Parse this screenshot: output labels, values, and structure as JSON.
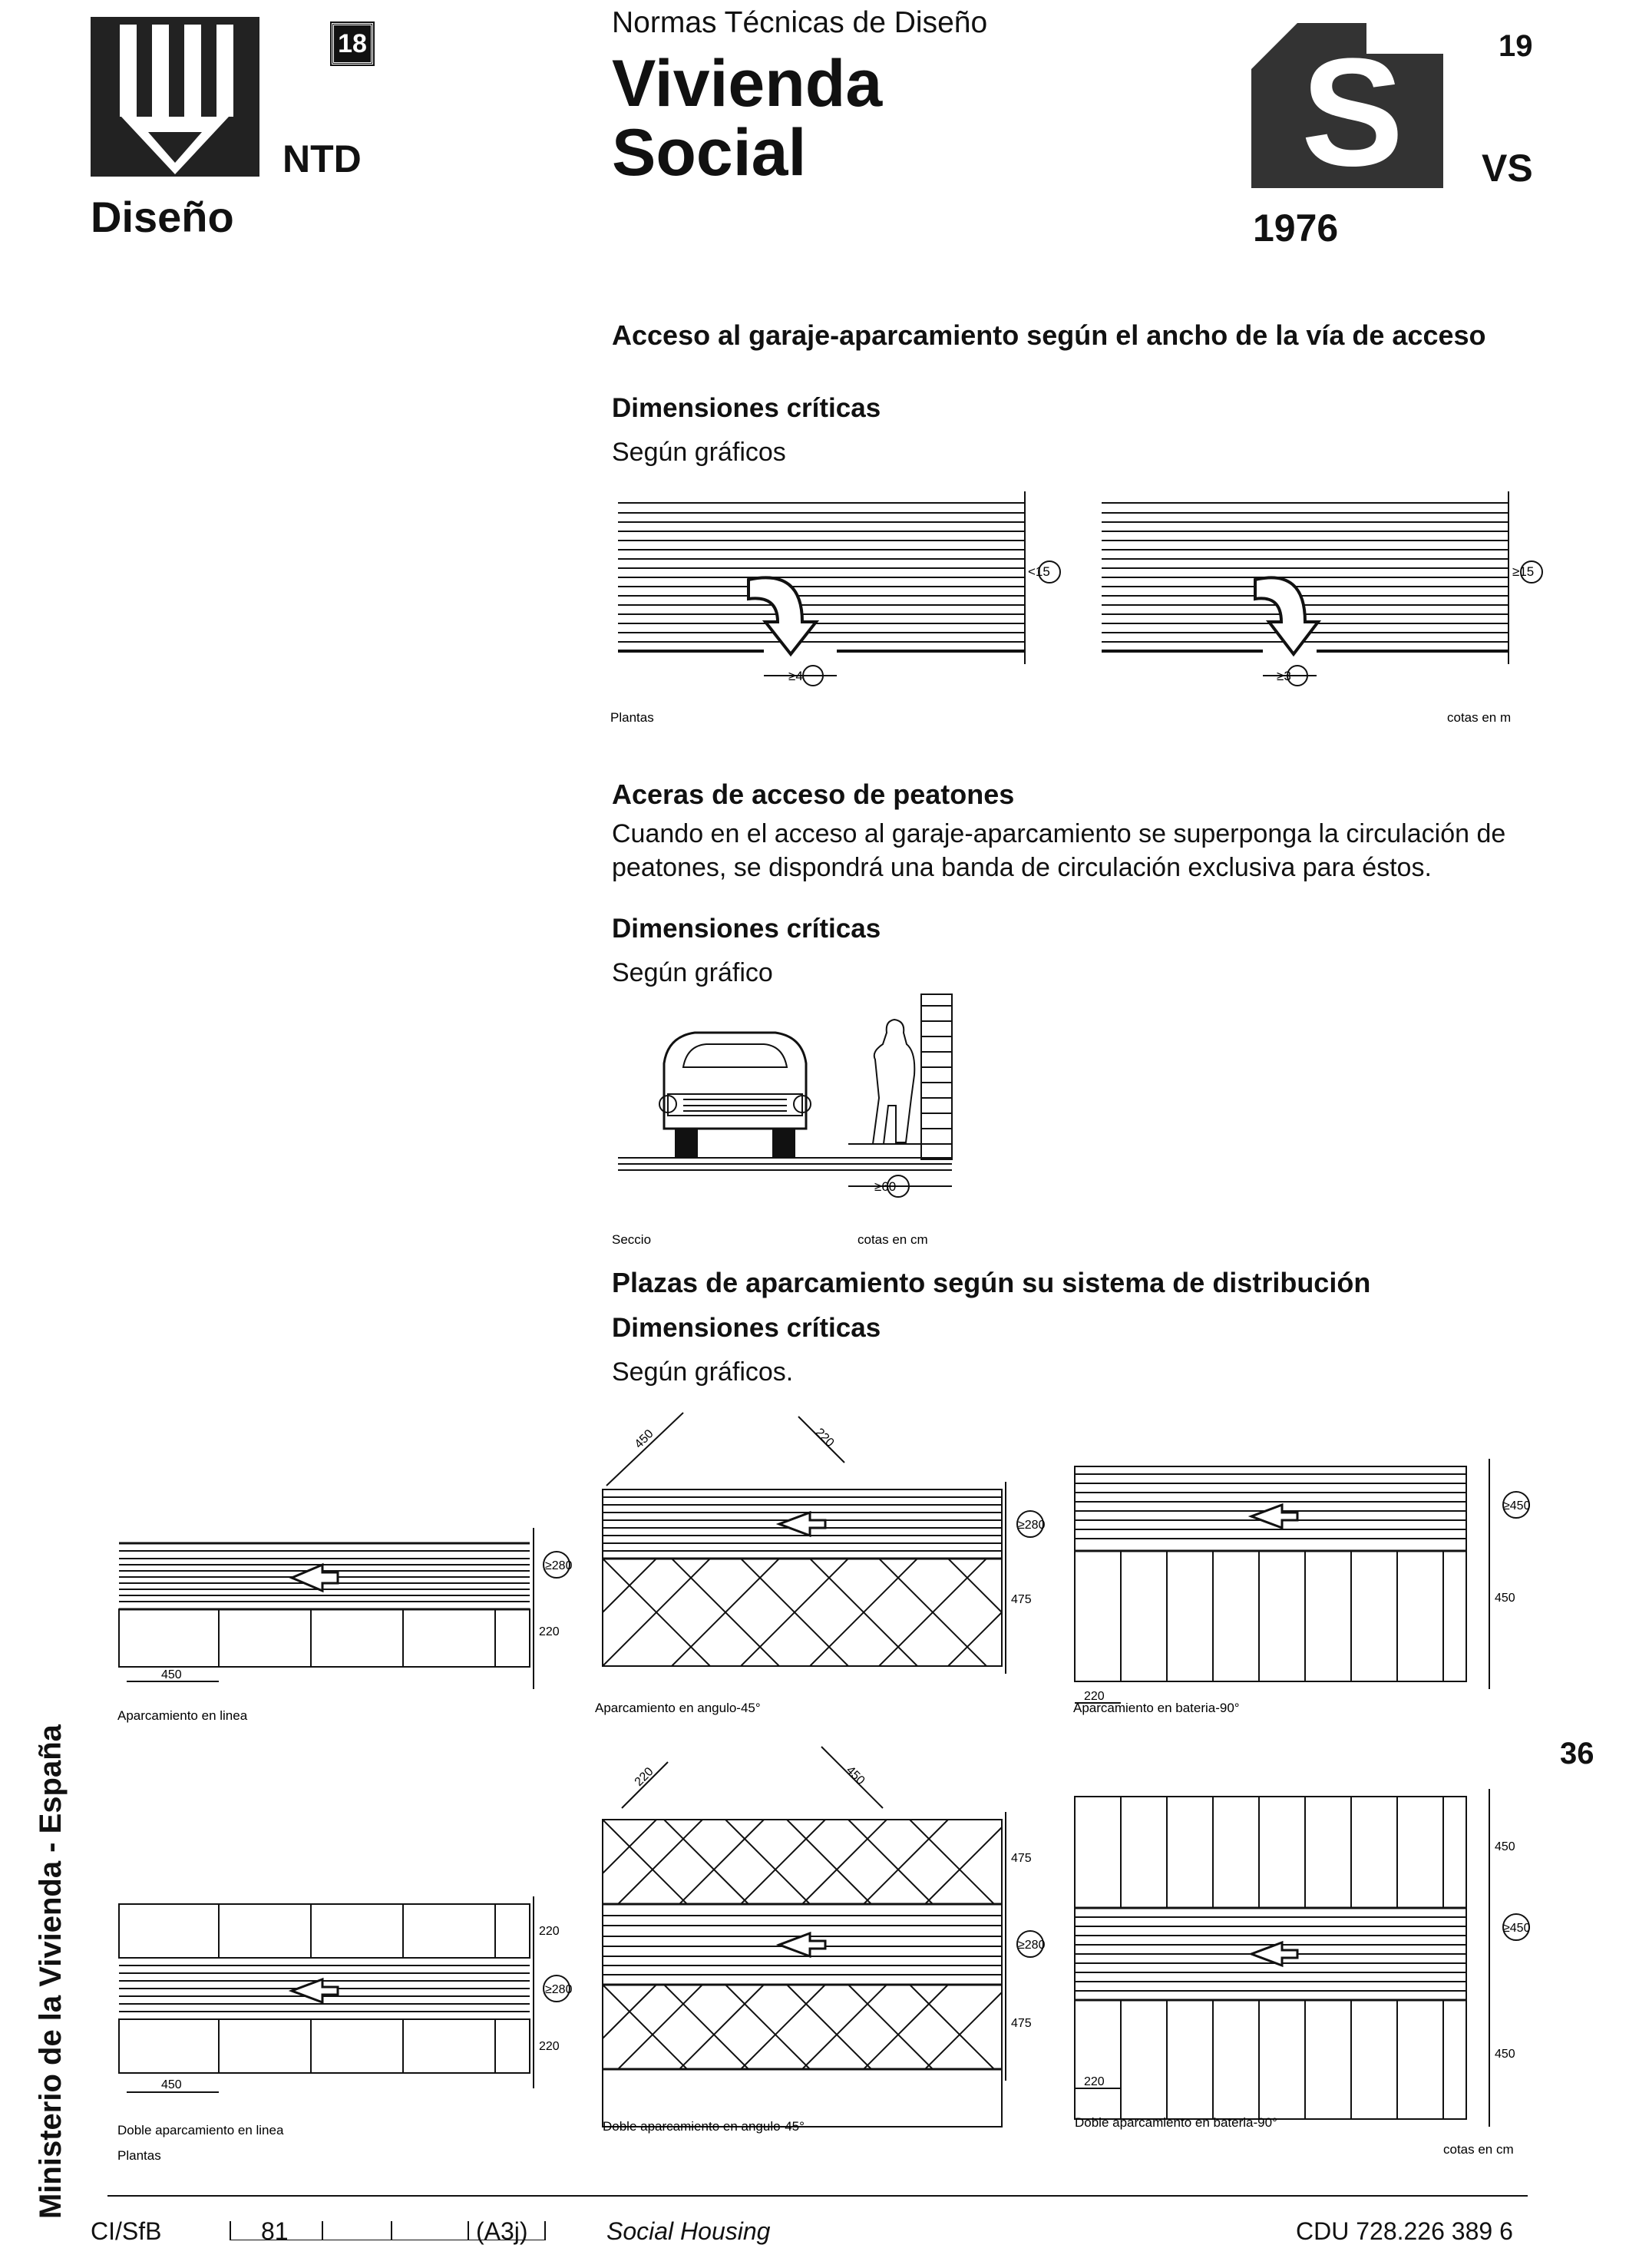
{
  "header": {
    "badge_left": "18",
    "ntd": "NTD",
    "section": "Diseño",
    "series": "Normas Técnicas de Diseño",
    "title_line1": "Vivienda",
    "title_line2": "Social",
    "page_right": "19",
    "code": "VS",
    "year": "1976"
  },
  "sec1": {
    "title": "Acceso al garaje-aparcamiento según el ancho de la vía de acceso",
    "crit": "Dimensiones críticas",
    "ref": "Según gráficos",
    "dim_left_width": "<15",
    "dim_left_gate": "≥4",
    "dim_right_width": "≥15",
    "dim_right_gate": "≥3",
    "caption_left": "Plantas",
    "caption_right": "cotas en m"
  },
  "sec2": {
    "title": "Aceras de acceso de peatones",
    "text": "Cuando en el acceso al garaje-aparcamiento se superponga la circulación de peatones, se dispondrá una banda de circulación exclusiva para éstos.",
    "crit": "Dimensiones críticas",
    "ref": "Según gráfico",
    "dim": "≥60",
    "caption_left": "Seccio",
    "caption_right": "cotas en cm"
  },
  "sec3": {
    "title": "Plazas de aparcamiento según su sistema de distribución",
    "crit": "Dimensiones críticas",
    "ref": "Según gráficos.",
    "d1": {
      "caption": "Aparcamiento en linea",
      "d_road": "≥280",
      "d_depth": "220",
      "d_len": "450"
    },
    "d2": {
      "caption": "Aparcamiento en angulo-45°",
      "d_road": "≥280",
      "d_depth": "475",
      "d_len": "450",
      "d_w": "220"
    },
    "d3": {
      "caption": "Aparcamiento en bateria-90°",
      "d_road": "≥450",
      "d_depth": "450",
      "d_w": "220"
    },
    "d4": {
      "caption": "Doble aparcamiento en linea",
      "d_top": "220",
      "d_road": "≥280",
      "d_bot": "220",
      "d_len": "450"
    },
    "d5": {
      "caption": "Doble aparcamiento en angulo-45°",
      "d_top": "475",
      "d_road": "≥280",
      "d_bot": "475",
      "d_w": "220",
      "d_len": "450"
    },
    "d6": {
      "caption": "Doble aparcamiento en bateria-90°",
      "d_top": "450",
      "d_road": "≥450",
      "d_bot": "450",
      "d_w": "220"
    },
    "caption_plantas": "Plantas",
    "units": "cotas en cm"
  },
  "side_text": "Ministerio de la Vivienda - España",
  "page_number": "36",
  "footer": {
    "cisfb": "CI/SfB",
    "c1": "81",
    "c2": "(A3j)",
    "english": "Social Housing",
    "cdu": "CDU 728.226 389 6"
  }
}
